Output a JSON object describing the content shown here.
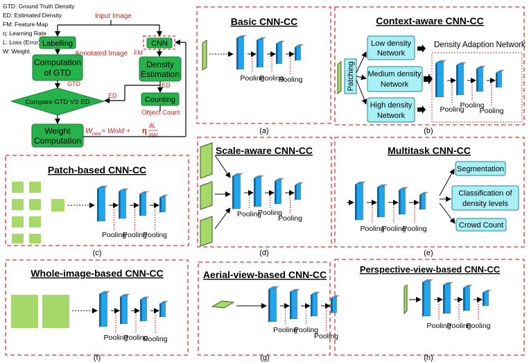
{
  "colors": {
    "panel_border": "#e03030",
    "pooling_line": "#d02020",
    "block_face": "#1ea7ef",
    "block_side": "#1f5f8f",
    "block_top": "#6a8fae",
    "green_box": "#27b34b",
    "cyan_box": "#a9f0f6",
    "patch": "#a6d86a",
    "red_text": "#d0201c"
  },
  "flowchart": {
    "legend": [
      "GTD: Ground Truth Density",
      "ED: Estimated Density",
      "FM: Feature Map",
      "η: Learning Rate",
      "L: Loss (Error)",
      "W: Weight"
    ],
    "input_label": "Input Image",
    "labelling": "Labelling",
    "annotated_label": "Annotated Image",
    "computation_line1": "Computation",
    "computation_line2": "of GTD",
    "gtd_label": "GTD",
    "cnn": "CNN",
    "fm_label": "FM",
    "density_line1": "Density",
    "density_line2": "Estimation",
    "ed_label_right": "ED",
    "ed_label_left": "ED",
    "compare": "Compare GTD VS ED",
    "counting": "Counting",
    "object_count": "Object Count",
    "weight_line1": "Weight",
    "weight_line2": "Computation",
    "formula_left": "W",
    "formula_sub": "new",
    "formula_mid": " = Wold + ",
    "formula_eta": "η",
    "formula_num": "∂L",
    "formula_den": "∂W"
  },
  "panels": {
    "a": {
      "title": "Basic CNN-CC",
      "caption": "(a)",
      "pooling": [
        "Pooling",
        "Pooling",
        "Pooling"
      ]
    },
    "b": {
      "title": "Context-aware CNN-CC",
      "caption": "(b)",
      "patching": "Patching",
      "low": [
        "Low density",
        "Network"
      ],
      "medium": [
        "Medium density",
        "Network"
      ],
      "high": [
        "High density",
        "Network"
      ],
      "adaption": "Density Adaption Network",
      "pooling": [
        "Pooling",
        "Pooling",
        "Pooling"
      ]
    },
    "c": {
      "title": "Patch-based CNN-CC",
      "caption": "(c)",
      "pooling": [
        "Pooling",
        "Pooling",
        "Pooling"
      ]
    },
    "d": {
      "title": "Scale-aware CNN-CC",
      "caption": "(d)",
      "pooling": [
        "Pooling",
        "Pooling",
        "Pooling"
      ]
    },
    "e": {
      "title": "Multitask CNN-CC",
      "caption": "(e)",
      "segmentation": "Segmentation",
      "classification": [
        "Classification of",
        "density levels"
      ],
      "crowd": "Crowd Count",
      "pooling": [
        "Pooling",
        "Pooling",
        "Pooling"
      ]
    },
    "f": {
      "title": "Whole-image-based CNN-CC",
      "caption": "(f)",
      "pooling": [
        "Pooling",
        "Pooling",
        "Pooling"
      ]
    },
    "g": {
      "title": "Aerial-view-based CNN-CC",
      "caption": "(g)",
      "pooling": [
        "Pooling",
        "Pooling",
        "Pooling"
      ]
    },
    "h": {
      "title": "Perspective-view-based CNN-CC",
      "caption": "(h)",
      "pooling": [
        "Pooling",
        "Pooling",
        "Pooling"
      ]
    }
  }
}
